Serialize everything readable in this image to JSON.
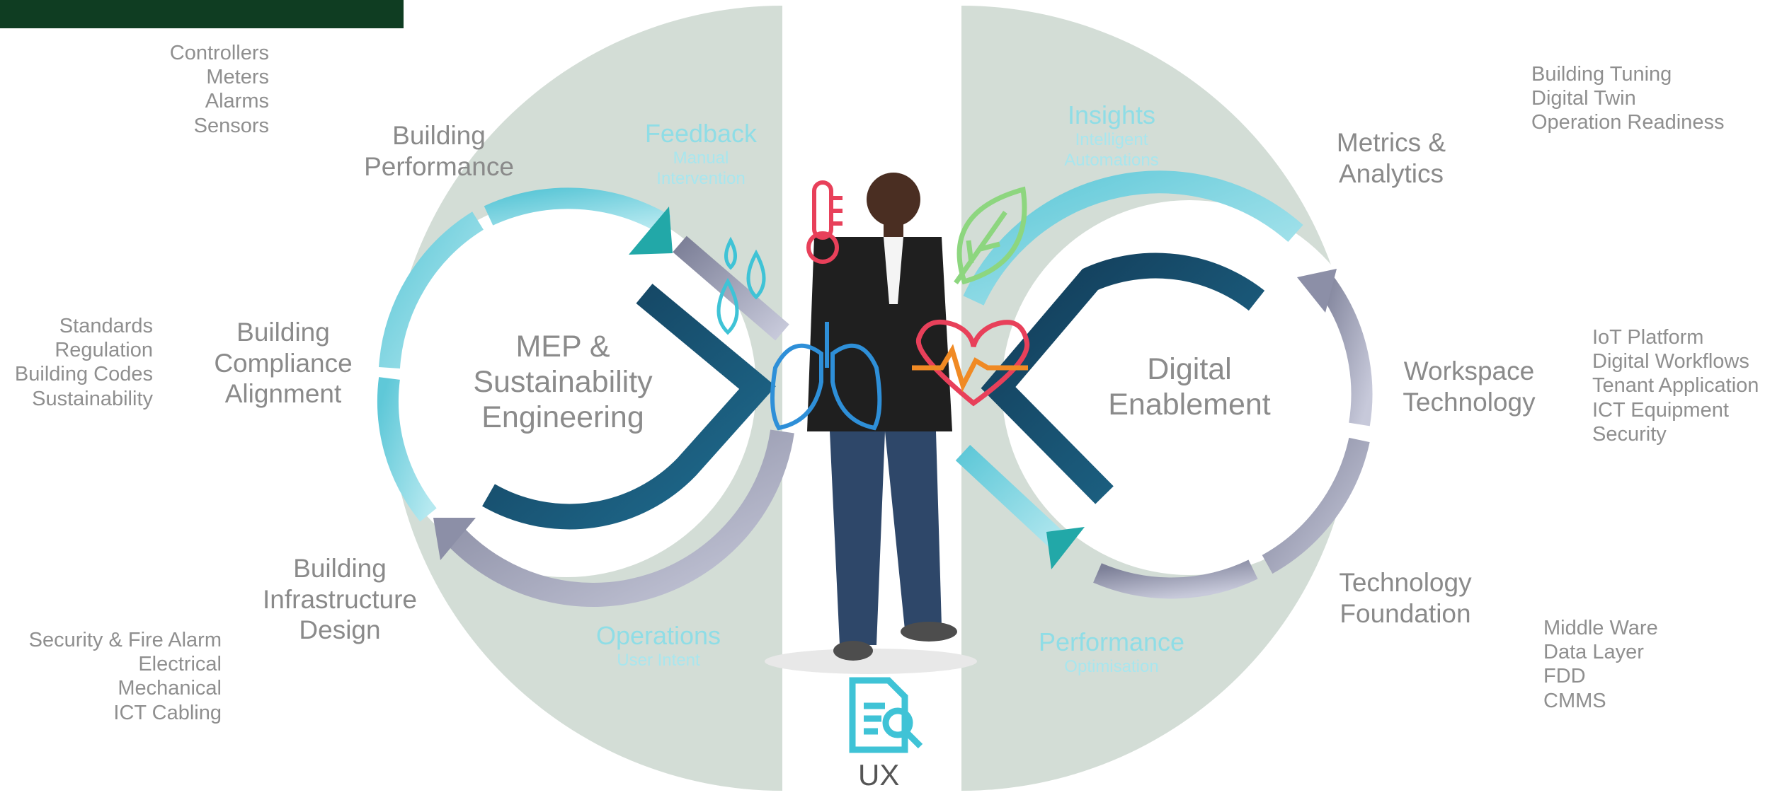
{
  "logo": {
    "color": "#0f3d22"
  },
  "hubs": {
    "left": [
      "MEP &",
      "Sustainability",
      "Engineering"
    ],
    "right": [
      "Digital",
      "Enablement"
    ]
  },
  "segments": {
    "building_performance": [
      "Building",
      "Performance"
    ],
    "building_compliance": [
      "Building",
      "Compliance",
      "Alignment"
    ],
    "building_infrastructure": [
      "Building",
      "Infrastructure",
      "Design"
    ],
    "metrics_analytics": [
      "Metrics &",
      "Analytics"
    ],
    "workspace_technology": [
      "Workspace",
      "Technology"
    ],
    "technology_foundation": [
      "Technology",
      "Foundation"
    ]
  },
  "lists": {
    "top_left": [
      "Controllers",
      "Meters",
      "Alarms",
      "Sensors"
    ],
    "mid_left": [
      "Standards",
      "Regulation",
      "Building Codes",
      "Sustainability"
    ],
    "bottom_left": [
      "Security & Fire Alarm",
      "Electrical",
      "Mechanical",
      "ICT Cabling"
    ],
    "top_right": [
      "Building Tuning",
      "Digital Twin",
      "Operation Readiness"
    ],
    "mid_right": [
      "IoT Platform",
      "Digital Workflows",
      "Tenant Application",
      "ICT Equipment",
      "Security"
    ],
    "bottom_right": [
      "Middle Ware",
      "Data Layer",
      "FDD",
      "CMMS"
    ]
  },
  "loop_labels": {
    "feedback": {
      "title": "Feedback",
      "sub": [
        "Manual",
        "Intervention"
      ]
    },
    "insights": {
      "title": "Insights",
      "sub": [
        "Intelligent",
        "Automations"
      ]
    },
    "operations": {
      "title": "Operations",
      "sub": [
        "User Intent"
      ]
    },
    "performance": {
      "title": "Performance",
      "sub": [
        "Optimisation"
      ]
    }
  },
  "ux_label": "UX",
  "icons": [
    "thermometer-icon",
    "water-drops-icon",
    "lungs-icon",
    "leaf-icon",
    "heart-pulse-icon",
    "document-search-icon",
    "person-figure"
  ],
  "colors": {
    "disc": "#d3ddd6",
    "light_arc": "#8fd8e3",
    "dark_arc": "#0e3d5a",
    "grey_arc": "#a7a9c0",
    "teal_arrow": "#22a8a8",
    "accent_cyan": "#3fc3d6",
    "accent_red": "#e8405a",
    "accent_orange": "#f08a24",
    "accent_green": "#8dd67f",
    "accent_blue": "#2e8fd8"
  }
}
